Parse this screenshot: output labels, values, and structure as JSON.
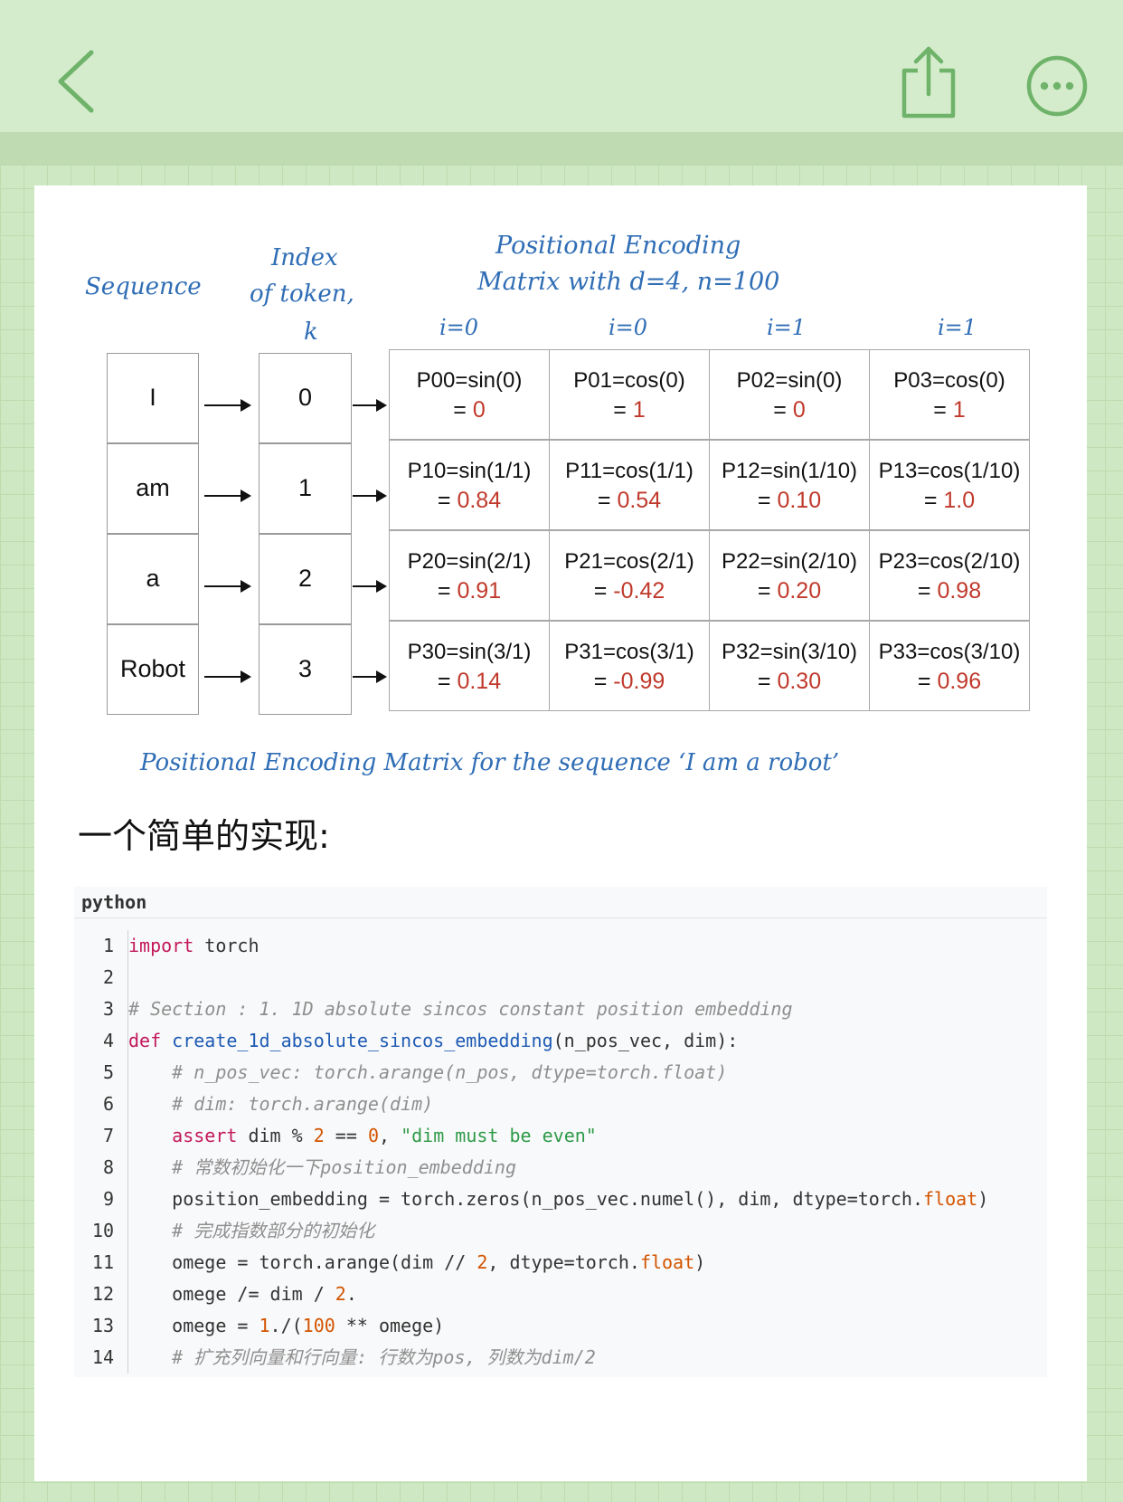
{
  "diagram": {
    "sequence_label": "Sequence",
    "index_label": [
      "Index",
      "of token,",
      "k"
    ],
    "matrix_title": [
      "Positional Encoding",
      "Matrix with d=4, n=100"
    ],
    "column_headers": [
      "i=0",
      "i=0",
      "i=1",
      "i=1"
    ],
    "rows": [
      {
        "token": "I",
        "index": "0",
        "cells": [
          {
            "formula": "P00=sin(0)",
            "value": "0"
          },
          {
            "formula": "P01=cos(0)",
            "value": "1"
          },
          {
            "formula": "P02=sin(0)",
            "value": "0"
          },
          {
            "formula": "P03=cos(0)",
            "value": "1"
          }
        ]
      },
      {
        "token": "am",
        "index": "1",
        "cells": [
          {
            "formula": "P10=sin(1/1)",
            "value": "0.84"
          },
          {
            "formula": "P11=cos(1/1)",
            "value": "0.54"
          },
          {
            "formula": "P12=sin(1/10)",
            "value": "0.10"
          },
          {
            "formula": "P13=cos(1/10)",
            "value": "1.0"
          }
        ]
      },
      {
        "token": "a",
        "index": "2",
        "cells": [
          {
            "formula": "P20=sin(2/1)",
            "value": "0.91"
          },
          {
            "formula": "P21=cos(2/1)",
            "value": "-0.42"
          },
          {
            "formula": "P22=sin(2/10)",
            "value": "0.20"
          },
          {
            "formula": "P23=cos(2/10)",
            "value": "0.98"
          }
        ]
      },
      {
        "token": "Robot",
        "index": "3",
        "cells": [
          {
            "formula": "P30=sin(3/1)",
            "value": "0.14"
          },
          {
            "formula": "P31=cos(3/1)",
            "value": "-0.99"
          },
          {
            "formula": "P32=sin(3/10)",
            "value": "0.30"
          },
          {
            "formula": "P33=cos(3/10)",
            "value": "0.96"
          }
        ]
      }
    ],
    "caption": "Positional Encoding Matrix for the sequence ‘I am a robot’"
  },
  "section_title": "一个简单的实现:",
  "code": {
    "language": "python",
    "lines": [
      {
        "n": "1",
        "text": "import torch"
      },
      {
        "n": "2",
        "text": ""
      },
      {
        "n": "3",
        "text": "# Section : 1. 1D absolute sincos constant position embedding"
      },
      {
        "n": "4",
        "text": "def create_1d_absolute_sincos_embedding(n_pos_vec, dim):"
      },
      {
        "n": "5",
        "text": "    # n_pos_vec: torch.arange(n_pos, dtype=torch.float)"
      },
      {
        "n": "6",
        "text": "    # dim: torch.arange(dim)"
      },
      {
        "n": "7",
        "text": "    assert dim % 2 == 0, \"dim must be even\""
      },
      {
        "n": "8",
        "text": "    # 常数初始化一下position_embedding"
      },
      {
        "n": "9",
        "text": "    position_embedding = torch.zeros(n_pos_vec.numel(), dim, dtype=torch.float)"
      },
      {
        "n": "10",
        "text": "    # 完成指数部分的初始化"
      },
      {
        "n": "11",
        "text": "    omege = torch.arange(dim // 2, dtype=torch.float)"
      },
      {
        "n": "12",
        "text": "    omege /= dim / 2."
      },
      {
        "n": "13",
        "text": "    omege = 1./(100 ** omege)"
      },
      {
        "n": "14",
        "text": "    # 扩充列向量和行向量: 行数为pos, 列数为dim/2"
      }
    ]
  },
  "icons": {
    "back": "back-chevron-icon",
    "share": "share-icon",
    "more": "more-dots-icon"
  },
  "colors": {
    "accent_green": "#6fb36a",
    "handwriting_blue": "#2f6db5",
    "value_red": "#c0392b"
  }
}
